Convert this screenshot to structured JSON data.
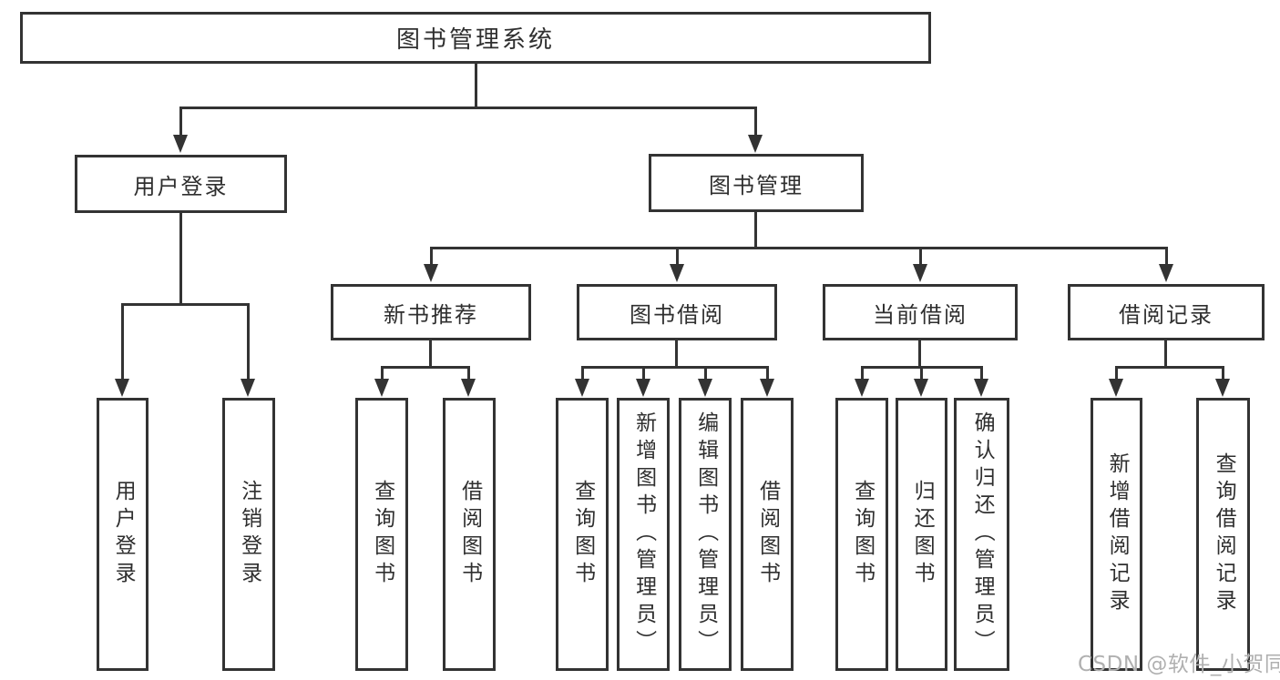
{
  "tree": {
    "root": {
      "label": "图书管理系统"
    },
    "branches": [
      {
        "label": "用户登录",
        "children": [
          {
            "label": "用户登录"
          },
          {
            "label": "注销登录"
          }
        ]
      },
      {
        "label": "图书管理",
        "children": [
          {
            "label": "新书推荐",
            "children": [
              {
                "label": "查询图书"
              },
              {
                "label": "借阅图书"
              }
            ]
          },
          {
            "label": "图书借阅",
            "children": [
              {
                "label": "查询图书"
              },
              {
                "label": "新增图书（管理员）"
              },
              {
                "label": "编辑图书（管理员）"
              },
              {
                "label": "借阅图书"
              }
            ]
          },
          {
            "label": "当前借阅",
            "children": [
              {
                "label": "查询图书"
              },
              {
                "label": "归还图书"
              },
              {
                "label": "确认归还（管理员）"
              }
            ]
          },
          {
            "label": "借阅记录",
            "children": [
              {
                "label": "新增借阅记录"
              },
              {
                "label": "查询借阅记录"
              }
            ]
          }
        ]
      }
    ]
  },
  "watermark": {
    "text": "CSDN @软件_小贺同学"
  },
  "colors": {
    "line": "#333333",
    "box_fill": "#ffffff",
    "text": "#2f2f2f",
    "watermark": "#b0b0b0",
    "background": "#ffffff"
  }
}
